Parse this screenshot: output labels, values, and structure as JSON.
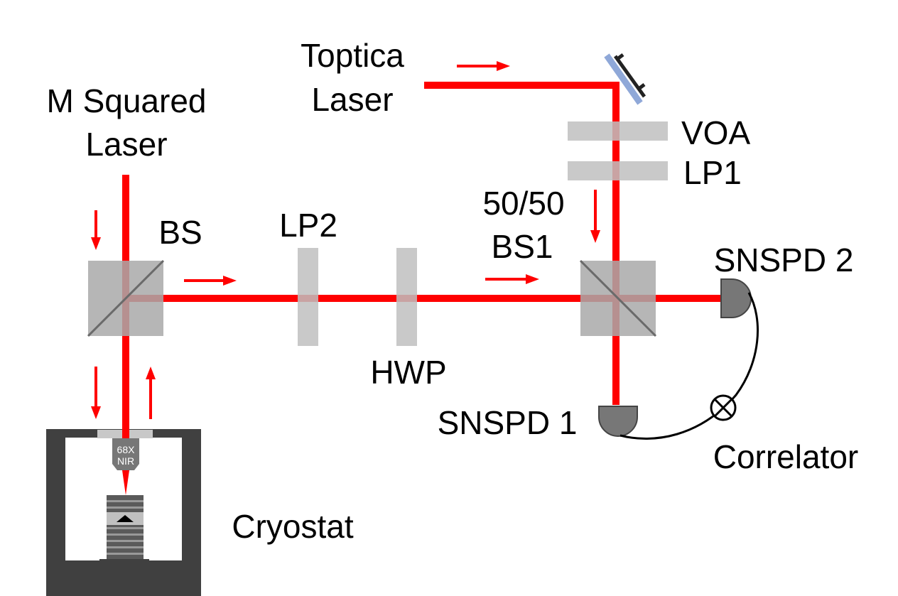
{
  "labels": {
    "m_squared_laser_line1": "M Squared",
    "m_squared_laser_line2": "Laser",
    "toptica_laser_line1": "Toptica",
    "toptica_laser_line2": "Laser",
    "bs": "BS",
    "lp2": "LP2",
    "hwp": "HWP",
    "bs1_line1": "50/50",
    "bs1_line2": "BS1",
    "voa": "VOA",
    "lp1": "LP1",
    "snspd2": "SNSPD 2",
    "snspd1": "SNSPD 1",
    "correlator": "Correlator",
    "cryostat": "Cryostat",
    "objective_line1": "68X",
    "objective_line2": "NIR"
  },
  "colors": {
    "beam": "#ff0000",
    "optic_gray": "#c0c0c0",
    "cube_gray": "#a9a9a9",
    "detector": "#777777",
    "cryostat": "#404040",
    "mirror": "#8fa8d8"
  }
}
